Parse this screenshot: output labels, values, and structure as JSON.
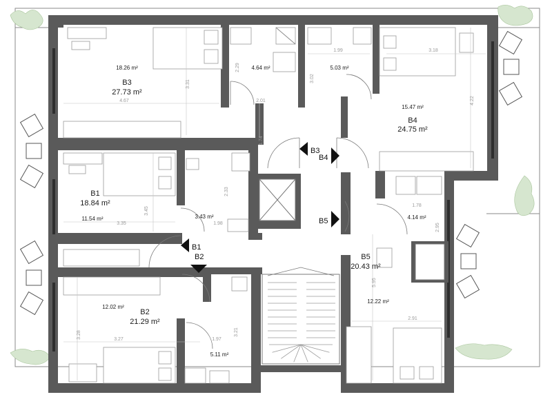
{
  "rooms": {
    "b3": {
      "name": "B3",
      "total": "27.73 m²",
      "sub": "18.26 m²",
      "dims": [
        "4.67",
        "3.31"
      ]
    },
    "b4": {
      "name": "B4",
      "total": "24.75 m²",
      "sub": "15.47 m²",
      "dims": [
        "3.18",
        "4.22"
      ]
    },
    "b1": {
      "name": "B1",
      "total": "18.84 m²",
      "sub": "11.54 m²",
      "dims": [
        "3.35",
        "3.45"
      ]
    },
    "b2": {
      "name": "B2",
      "total": "21.29 m²",
      "sub": "12.02 m²",
      "dims": [
        "3.27",
        "3.28"
      ]
    },
    "b5": {
      "name": "B5",
      "total": "20.43 m²",
      "sub": "12.22 m²",
      "dims": [
        "2.91",
        "5.95"
      ]
    }
  },
  "baths": {
    "bath_b3": {
      "area": "4.64 m²",
      "dims": [
        "2.29",
        "2.01"
      ]
    },
    "bath_b4": {
      "area": "5.03 m²",
      "dims": [
        "1.99",
        "3.02"
      ]
    },
    "bath_b1": {
      "area": "3.43 m²",
      "dims": [
        "2.33",
        "1.98"
      ]
    },
    "bath_b5": {
      "area": "4.14 m²",
      "dims": [
        "1.78",
        "2.95"
      ]
    },
    "bath_b2": {
      "area": "5.11 m²",
      "dims": [
        "1.97",
        "3.21"
      ]
    }
  },
  "corridor": {
    "dim": "1.74"
  },
  "door_markers": {
    "b3": "B3",
    "b4": "B4",
    "b1": "B1",
    "b2": "B2",
    "b5": "B5"
  }
}
